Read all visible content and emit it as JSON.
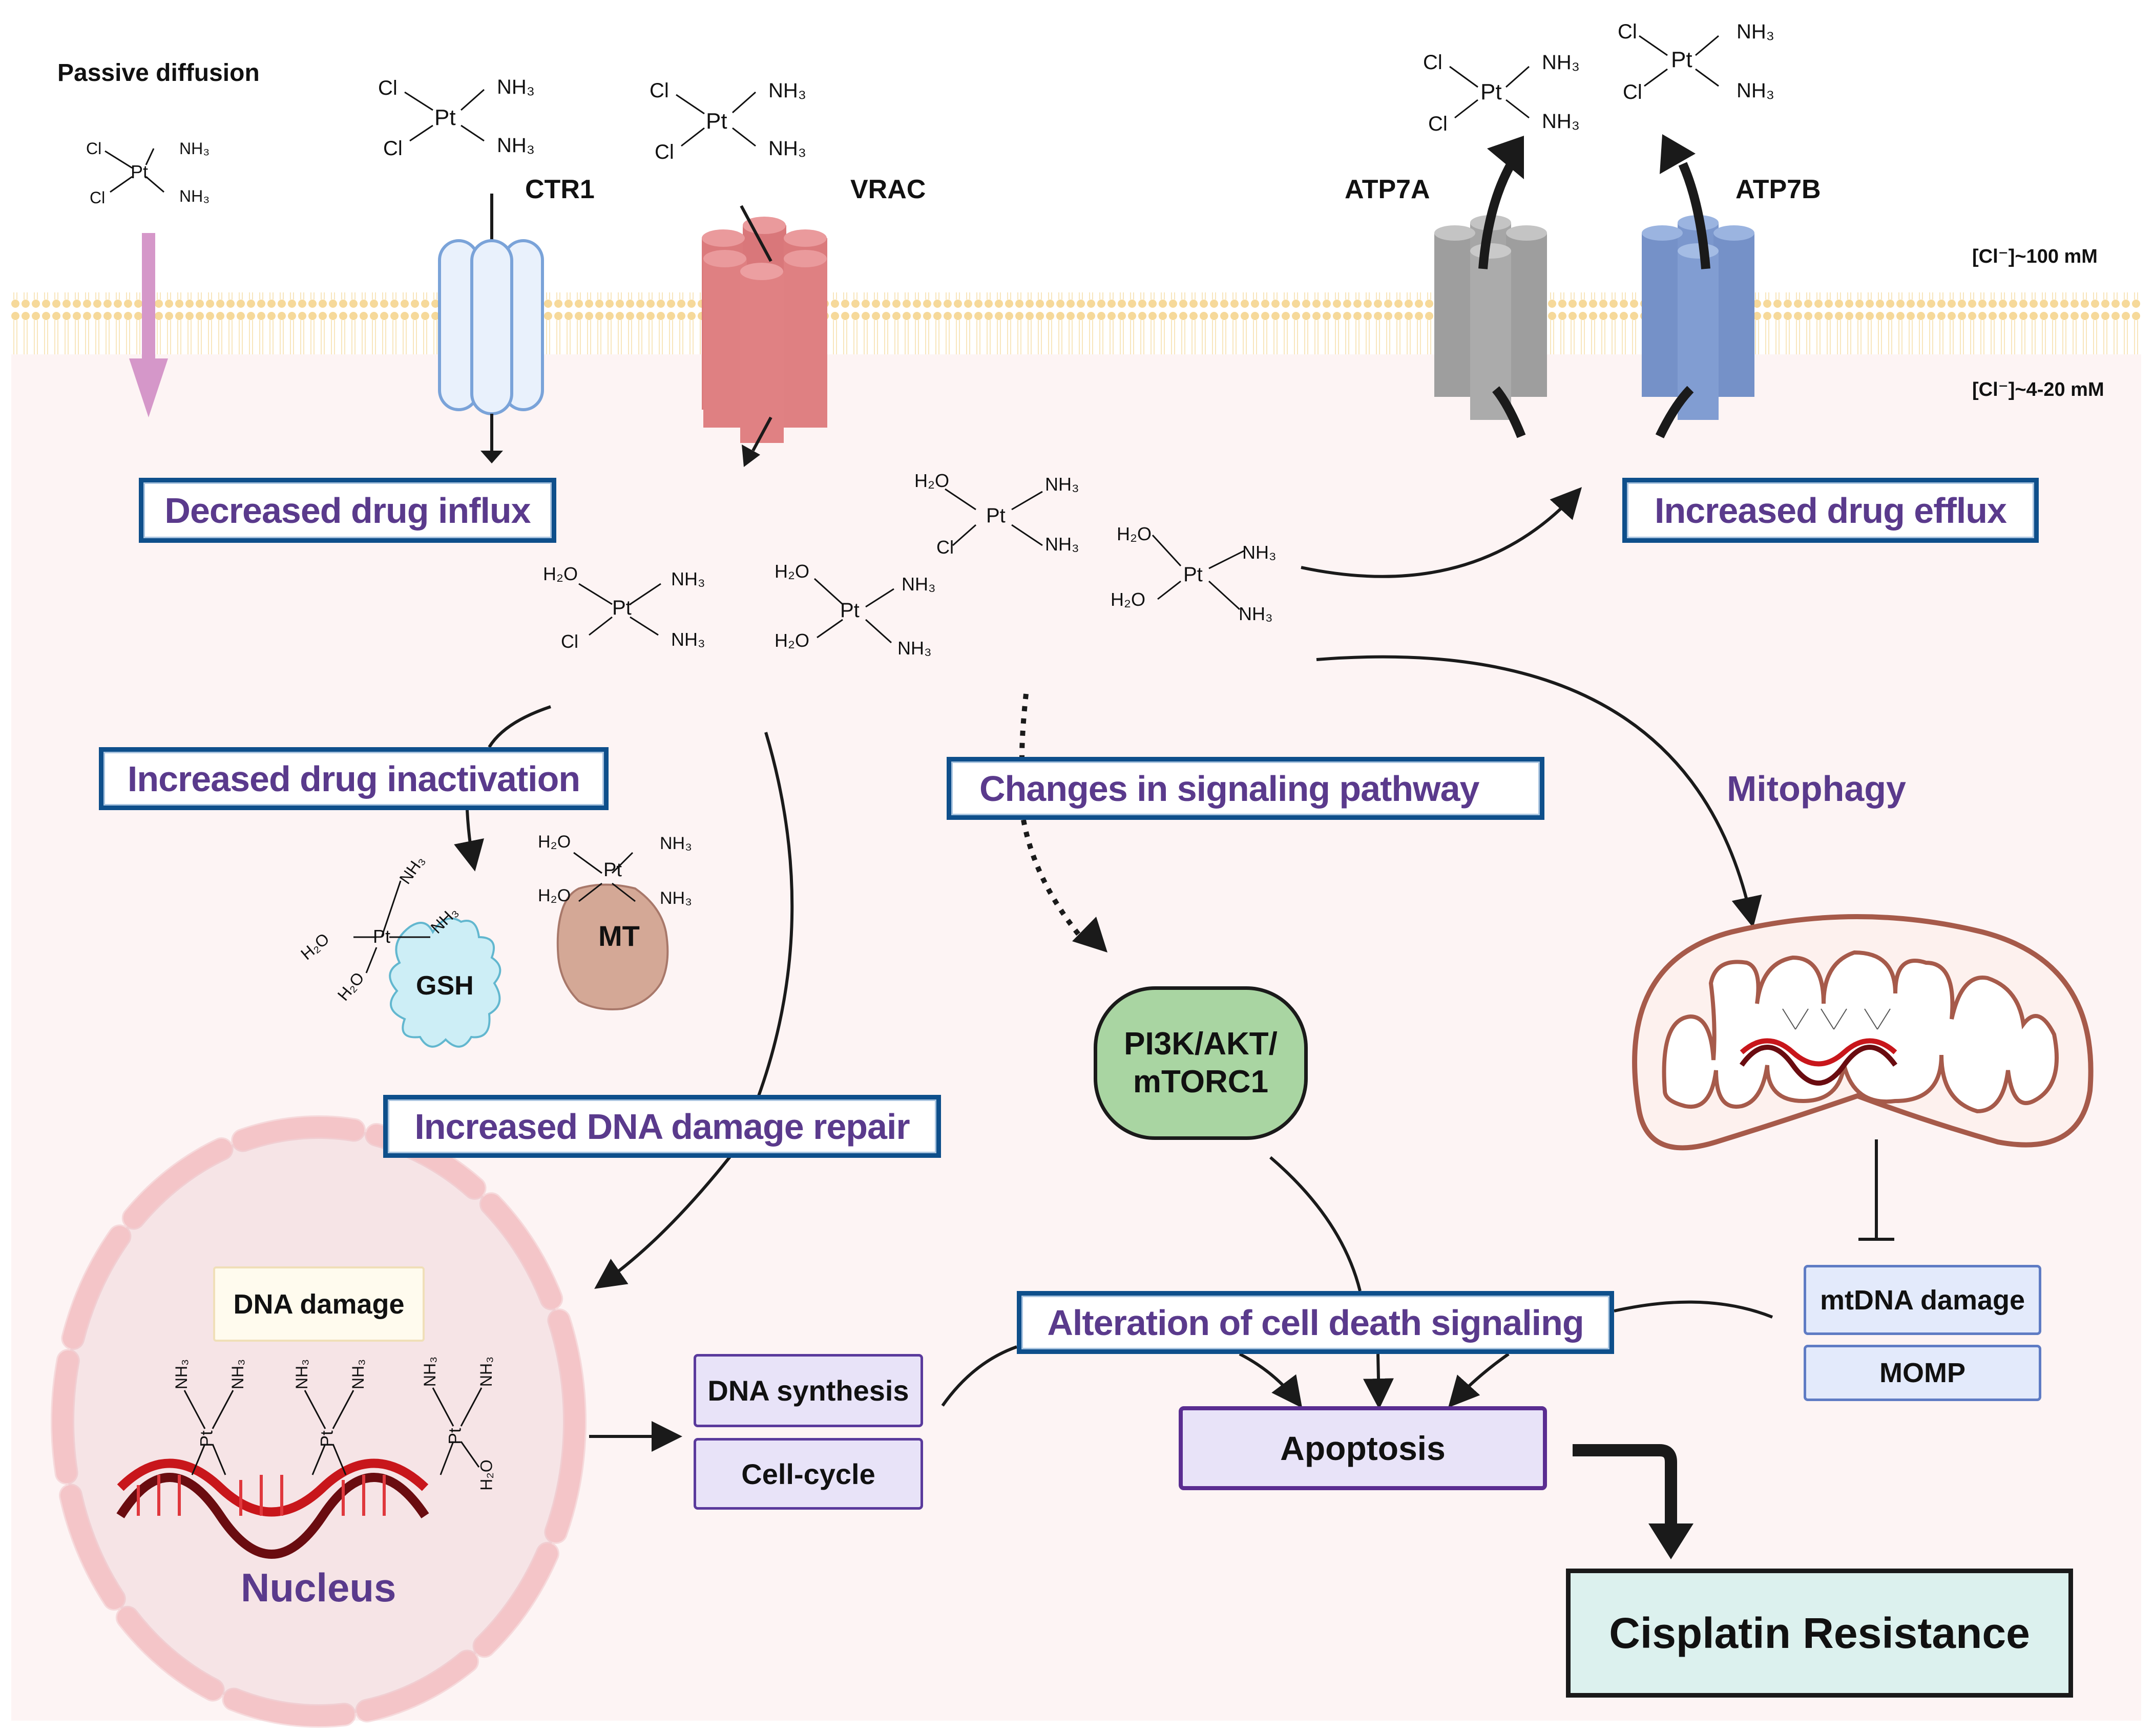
{
  "diagram": {
    "title": "Mechanisms of cisplatin resistance",
    "compartments": {
      "extracellular_chloride": "[Cl⁻]~100 mM",
      "intracellular_chloride": "[Cl⁻]~4-20 mM"
    },
    "entry": {
      "passive_diffusion": "Passive diffusion",
      "transporters": [
        {
          "name": "CTR1",
          "direction": "influx"
        },
        {
          "name": "VRAC",
          "direction": "influx"
        },
        {
          "name": "ATP7A",
          "direction": "efflux"
        },
        {
          "name": "ATP7B",
          "direction": "efflux"
        }
      ]
    },
    "molecules": {
      "cisplatin": {
        "center": "Pt",
        "ligands": [
          "Cl",
          "Cl",
          "NH₃",
          "NH₃"
        ]
      },
      "monoaqua": {
        "center": "Pt",
        "ligands": [
          "H₂O",
          "Cl",
          "NH₃",
          "NH₃"
        ]
      },
      "diaqua": {
        "center": "Pt",
        "ligands": [
          "H₂O",
          "H₂O",
          "NH₃",
          "NH₃"
        ]
      }
    },
    "mechanisms": {
      "decreased_influx": "Decreased drug influx",
      "increased_efflux": "Increased drug efflux",
      "inactivation": "Increased drug inactivation",
      "signaling": "Changes in signaling pathway",
      "mitophagy": "Mitophagy",
      "dna_repair": "Increased DNA damage repair",
      "cell_death": "Alteration of cell death signaling"
    },
    "nodes": {
      "gsh": "GSH",
      "mt": "MT",
      "pi3k_line1": "PI3K/AKT/",
      "pi3k_line2": "mTORC1",
      "dna_damage": "DNA damage",
      "nucleus": "Nucleus",
      "dna_synthesis": "DNA synthesis",
      "cell_cycle": "Cell-cycle",
      "mtdna_damage": "mtDNA damage",
      "momp": "MOMP",
      "apoptosis": "Apoptosis",
      "outcome": "Cisplatin Resistance"
    },
    "atoms": {
      "pt": "Pt",
      "cl": "Cl",
      "nh3": "NH₃",
      "h2o": "H₂O"
    },
    "colors": {
      "mechanism_text": "#5a3a8c",
      "mechanism_border": "#0e4f8b",
      "membrane": "#f6d99a",
      "cytoplasm": "#fdf4f4",
      "ctr1": "#e9f1fc",
      "vrac": "#de7e80",
      "atp7a": "#a8a8a8",
      "atp7b": "#7b98cf",
      "pi3k": "#a9d5a2",
      "gsh": "#cdeef6",
      "mt": "#d4a896",
      "outcome_fill": "#dcf1ee",
      "passive_arrow": "#d597c9",
      "mito_membrane": "#a65a4a"
    }
  }
}
